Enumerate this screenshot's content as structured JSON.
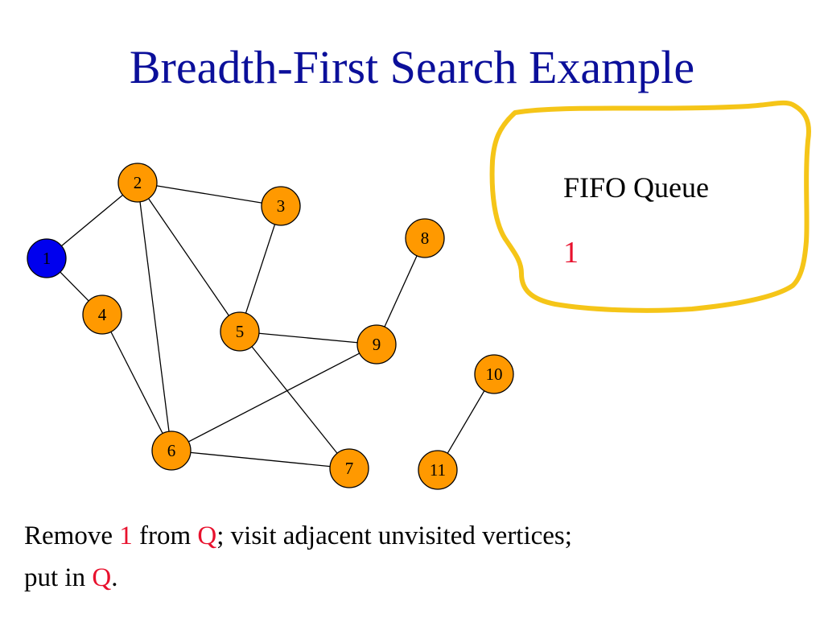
{
  "slide": {
    "title": "Breadth-First Search Example"
  },
  "colors": {
    "title": "#0b0f9a",
    "node_unvisited": "#ff9900",
    "node_current": "#0000ee",
    "edge": "#000000",
    "highlight": "#e8112d",
    "queue_border": "#f5c518"
  },
  "graph": {
    "nodes": [
      {
        "id": "1",
        "label": "1",
        "state": "current"
      },
      {
        "id": "2",
        "label": "2",
        "state": "unvisited"
      },
      {
        "id": "3",
        "label": "3",
        "state": "unvisited"
      },
      {
        "id": "4",
        "label": "4",
        "state": "unvisited"
      },
      {
        "id": "5",
        "label": "5",
        "state": "unvisited"
      },
      {
        "id": "6",
        "label": "6",
        "state": "unvisited"
      },
      {
        "id": "7",
        "label": "7",
        "state": "unvisited"
      },
      {
        "id": "8",
        "label": "8",
        "state": "unvisited"
      },
      {
        "id": "9",
        "label": "9",
        "state": "unvisited"
      },
      {
        "id": "10",
        "label": "10",
        "state": "unvisited"
      },
      {
        "id": "11",
        "label": "11",
        "state": "unvisited"
      }
    ],
    "edges": [
      [
        "1",
        "2"
      ],
      [
        "1",
        "4"
      ],
      [
        "2",
        "3"
      ],
      [
        "2",
        "5"
      ],
      [
        "2",
        "6"
      ],
      [
        "3",
        "5"
      ],
      [
        "4",
        "6"
      ],
      [
        "5",
        "9"
      ],
      [
        "5",
        "7"
      ],
      [
        "6",
        "9"
      ],
      [
        "6",
        "7"
      ],
      [
        "8",
        "9"
      ],
      [
        "10",
        "11"
      ]
    ]
  },
  "queue": {
    "title": "FIFO Queue",
    "contents": "1"
  },
  "caption": {
    "part1": "Remove ",
    "item": "1",
    "part2": " from ",
    "queue_name": "Q",
    "part3": "; visit adjacent unvisited vertices;",
    "part4": "put in ",
    "queue_name_2": "Q",
    "part5": "."
  }
}
